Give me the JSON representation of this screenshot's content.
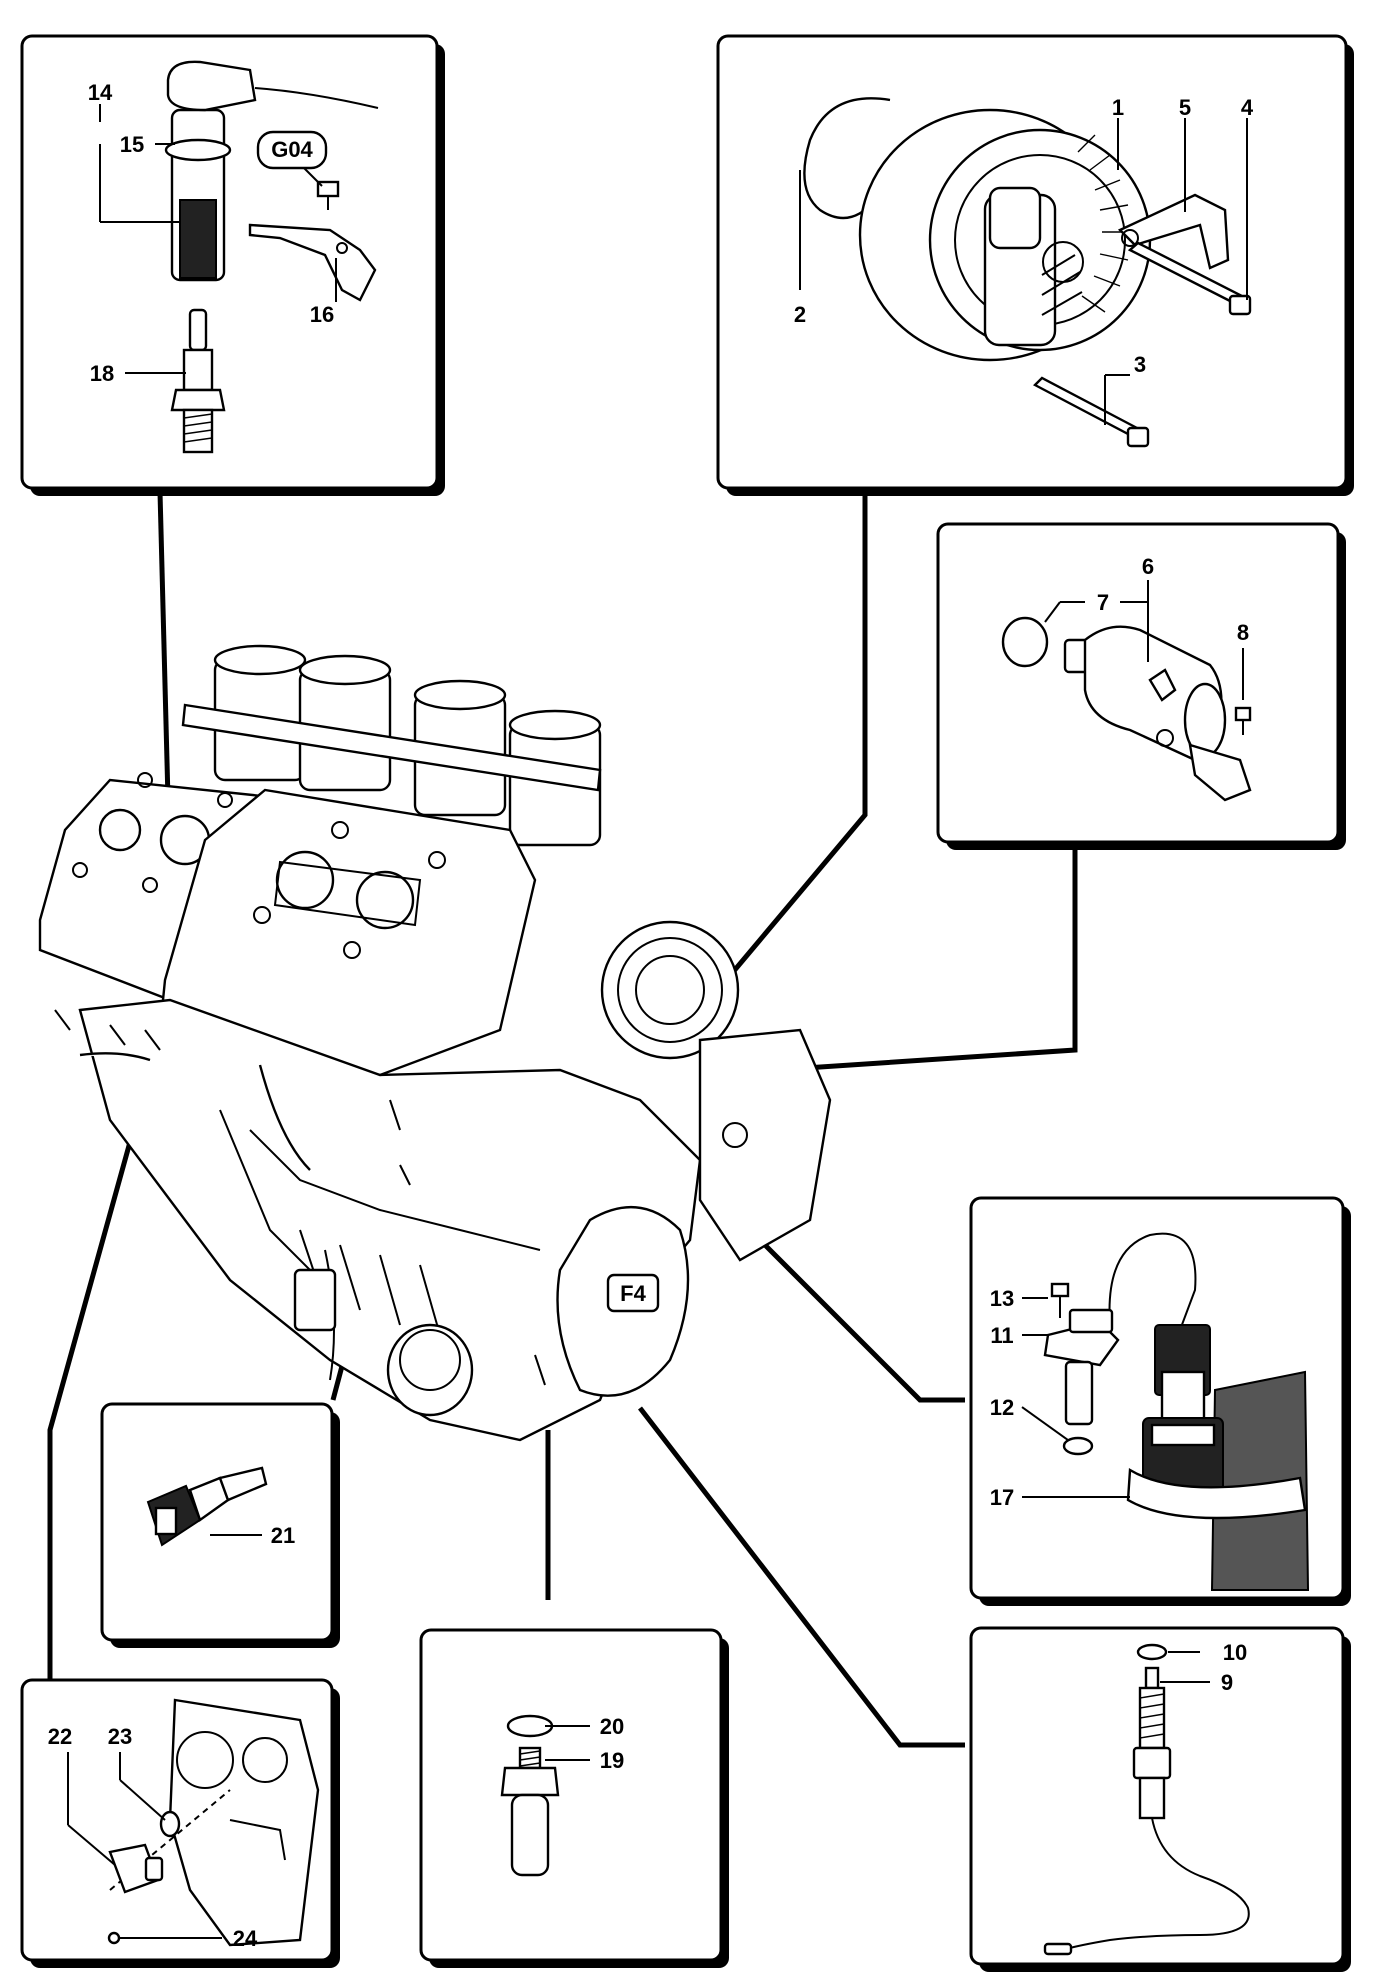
{
  "callouts": {
    "c1": "1",
    "c2": "2",
    "c3": "3",
    "c4": "4",
    "c5": "5",
    "c6": "6",
    "c7": "7",
    "c8": "8",
    "c9": "9",
    "c10": "10",
    "c11": "11",
    "c12": "12",
    "c13": "13",
    "c14": "14",
    "c15": "15",
    "c16": "16",
    "c17": "17",
    "c18": "18",
    "c19": "19",
    "c20": "20",
    "c21": "21",
    "c22": "22",
    "c23": "23",
    "c24": "24"
  },
  "tag_g04": "G04",
  "engine_badge": "F4"
}
